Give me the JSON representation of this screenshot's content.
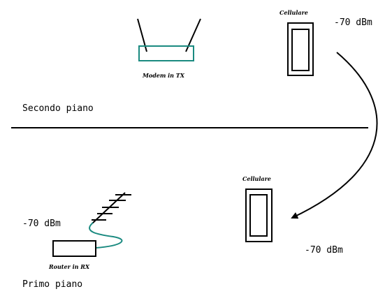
{
  "upper_floor": {
    "label": "Secondo piano",
    "modem_label": "Modem in TX",
    "phone_label": "Cellulare",
    "signal": "-70 dBm"
  },
  "lower_floor": {
    "label": "Primo piano",
    "router_label": "Router in RX",
    "router_signal": "-70 dBm",
    "phone_label": "Cellulare",
    "phone_signal": "-70 dBm"
  },
  "colors": {
    "modem": "#1a8a80",
    "cable": "#1a8a80",
    "ink": "#000000"
  },
  "icons": {
    "modem": "wifi-modem-icon",
    "phone": "mobile-phone-icon",
    "antenna": "yagi-antenna-icon",
    "router": "router-icon"
  }
}
